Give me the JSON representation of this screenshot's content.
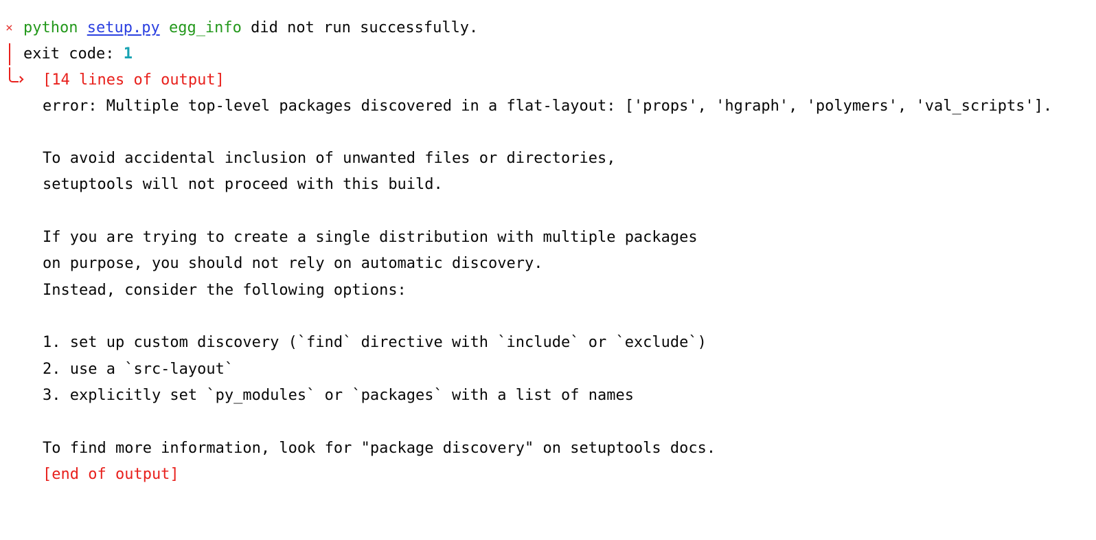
{
  "header": {
    "error_glyph": "×",
    "cmd_prefix": "python",
    "cmd_link": "setup.py",
    "cmd_arg": "egg_info",
    "cmd_suffix": "did not run successfully.",
    "exit_label": "exit code:",
    "exit_code": "1",
    "lines_count_text": "[14 lines of output]"
  },
  "output_lines": [
    "error: Multiple top-level packages discovered in a flat-layout: ['props', 'hgraph', 'polymers', 'val_scripts'].",
    "",
    "To avoid accidental inclusion of unwanted files or directories,",
    "setuptools will not proceed with this build.",
    "",
    "If you are trying to create a single distribution with multiple packages",
    "on purpose, you should not rely on automatic discovery.",
    "Instead, consider the following options:",
    "",
    "1. set up custom discovery (`find` directive with `include` or `exclude`)",
    "2. use a `src-layout`",
    "3. explicitly set `py_modules` or `packages` with a list of names",
    "",
    "To find more information, look for \"package discovery\" on setuptools docs."
  ],
  "footer": {
    "end_text": "[end of output]"
  },
  "colors": {
    "error_red": "#e8201c",
    "command_green": "#23981b",
    "link_blue": "#2a3fe0",
    "exit_code_teal": "#17a2b2",
    "text": "#080808",
    "background": "#ffffff"
  }
}
